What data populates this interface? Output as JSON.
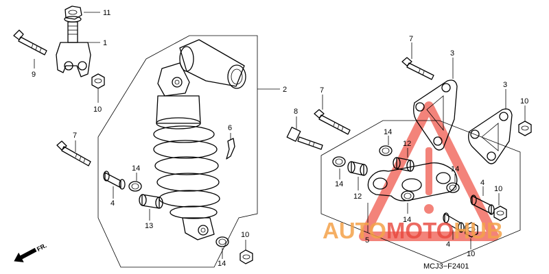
{
  "callouts": {
    "c11": "11",
    "c1": "1",
    "c9": "9",
    "c10a": "10",
    "c2": "2",
    "c7a": "7",
    "c6": "6",
    "c14a": "14",
    "c4a": "4",
    "c13": "13",
    "c10b": "10",
    "c14b": "14",
    "c7b": "7",
    "c3a": "3",
    "c7c": "7",
    "c3b": "3",
    "c8": "8",
    "c10c": "10",
    "c14c": "14",
    "c12a": "12",
    "c14d": "14",
    "c14e": "14",
    "c12b": "12",
    "c4b": "4",
    "c10d": "10",
    "c14f": "14",
    "c5": "5",
    "c4c": "4",
    "c10e": "10"
  },
  "front_indicator": "FR.",
  "drawing_code": "MCJ3−F2401",
  "watermark": {
    "part1": "AUTO",
    "part2": "MOTO",
    "part3": "HUB",
    "color_red": "#e8463c",
    "color_orange": "#f4a24a"
  }
}
